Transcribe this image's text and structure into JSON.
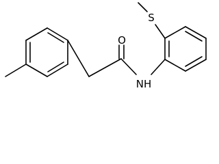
{
  "molecule": {
    "atoms": {
      "oxygen": "O",
      "sulfur": "S",
      "amide_nitrogen": "NH"
    },
    "bond_color": "#000000",
    "background": "#ffffff"
  }
}
